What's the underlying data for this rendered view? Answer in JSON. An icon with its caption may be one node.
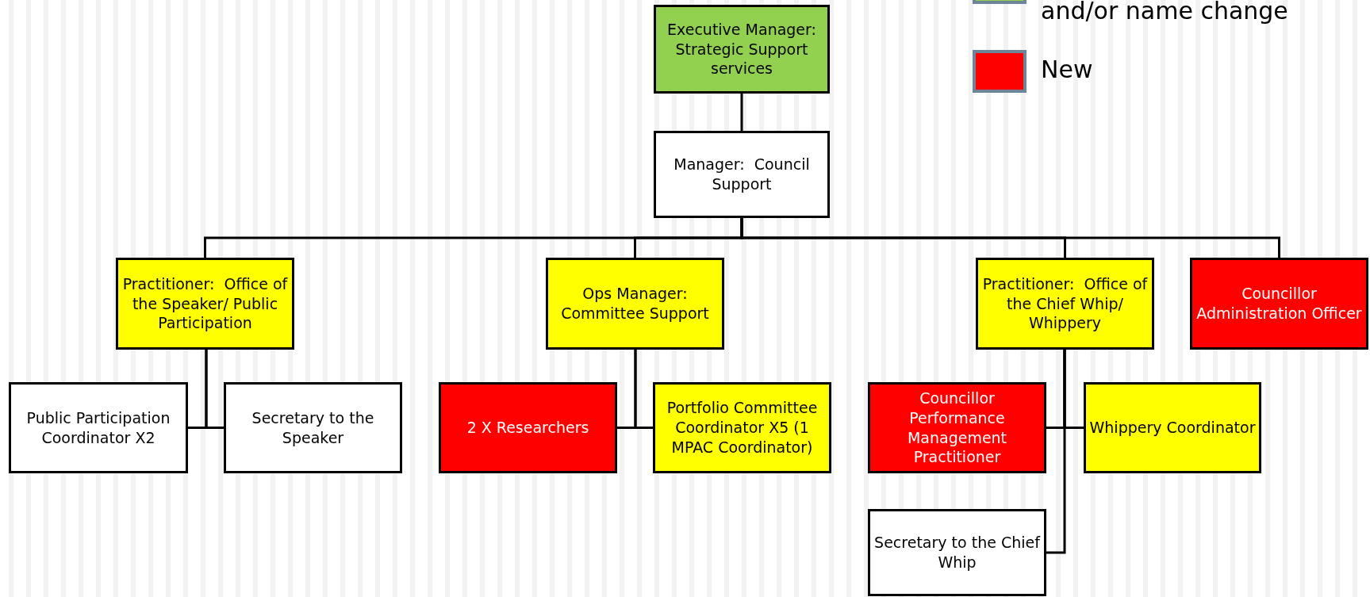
{
  "diagram": {
    "nodes": [
      {
        "text": [
          "Executive Manager: Strategic Support services"
        ]
      },
      {
        "text": [
          "Manager:  Council Support"
        ]
      },
      {
        "text": [
          "Practitioner:  Office of the Speaker/ Public Participation"
        ]
      },
      {
        "text": [
          "Ops Manager: Committee Support"
        ]
      },
      {
        "text": [
          "Practitioner:  Office of the Chief Whip/ Whippery"
        ]
      },
      {
        "text": [
          "Councillor Administration Officer"
        ]
      },
      {
        "text": [
          "Public Participation Coordinator X2"
        ]
      },
      {
        "text": [
          "Secretary to the Speaker"
        ]
      },
      {
        "text": [
          "2 X Researchers"
        ]
      },
      {
        "text": [
          "Portfolio Committee Coordinator X5 (1 MPAC Coordinator)"
        ]
      },
      {
        "text": [
          "Councillor Performance Management Practitioner"
        ]
      },
      {
        "text": [
          "Whippery Coordinator"
        ]
      },
      {
        "text": [
          "Secretary to the Chief Whip"
        ]
      }
    ],
    "edges": [
      {
        "from": 0,
        "to": 1,
        "arrow": "none"
      },
      {
        "from": 1,
        "to": 2,
        "arrow": "none"
      },
      {
        "from": 1,
        "to": 3,
        "arrow": "none"
      },
      {
        "from": 1,
        "to": 4,
        "arrow": "none"
      },
      {
        "from": 1,
        "to": 5,
        "arrow": "none"
      },
      {
        "from": 2,
        "to": 6,
        "arrow": "none"
      },
      {
        "from": 2,
        "to": 7,
        "arrow": "none"
      },
      {
        "from": 3,
        "to": 8,
        "arrow": "none"
      },
      {
        "from": 3,
        "to": 9,
        "arrow": "none"
      },
      {
        "from": 4,
        "to": 10,
        "arrow": "none"
      },
      {
        "from": 4,
        "to": 11,
        "arrow": "none"
      },
      {
        "from": 4,
        "to": 12,
        "arrow": "none"
      }
    ],
    "legend": [
      {
        "text": "and/or name change",
        "color": "#92d050"
      },
      {
        "text": "New",
        "color": "#ff0000"
      }
    ]
  }
}
